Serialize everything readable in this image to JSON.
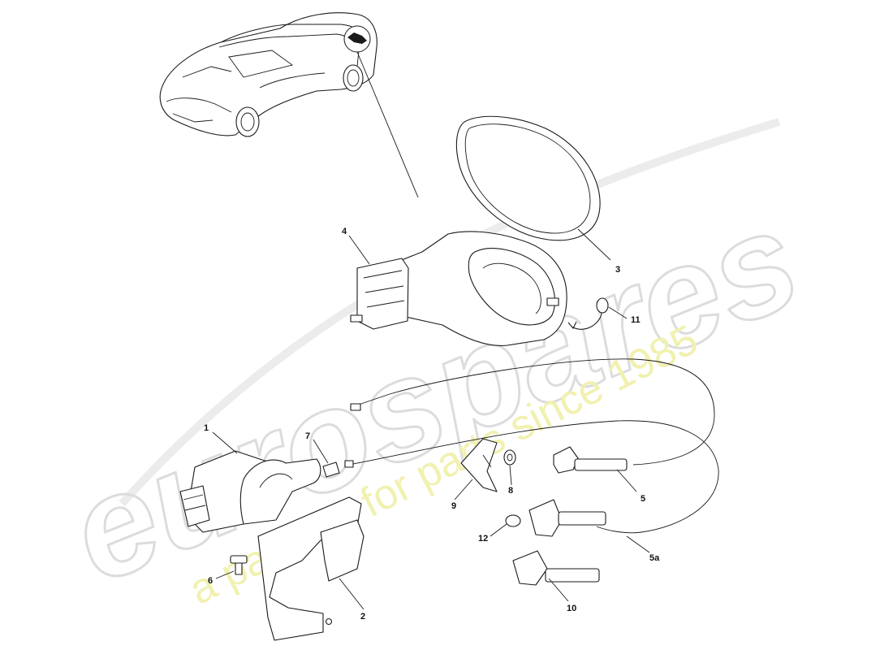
{
  "watermark": {
    "brand": "eurospares",
    "tagline": "a passion for parts since 1985",
    "brand_color": "#dcdcdc",
    "tagline_color": "#f1f1b0"
  },
  "callouts": {
    "c1": "1",
    "c2": "2",
    "c3": "3",
    "c4": "4",
    "c5": "5",
    "c5a": "5a",
    "c6": "6",
    "c7": "7",
    "c8": "8",
    "c9": "9",
    "c10": "10",
    "c11": "11",
    "c12": "12"
  }
}
